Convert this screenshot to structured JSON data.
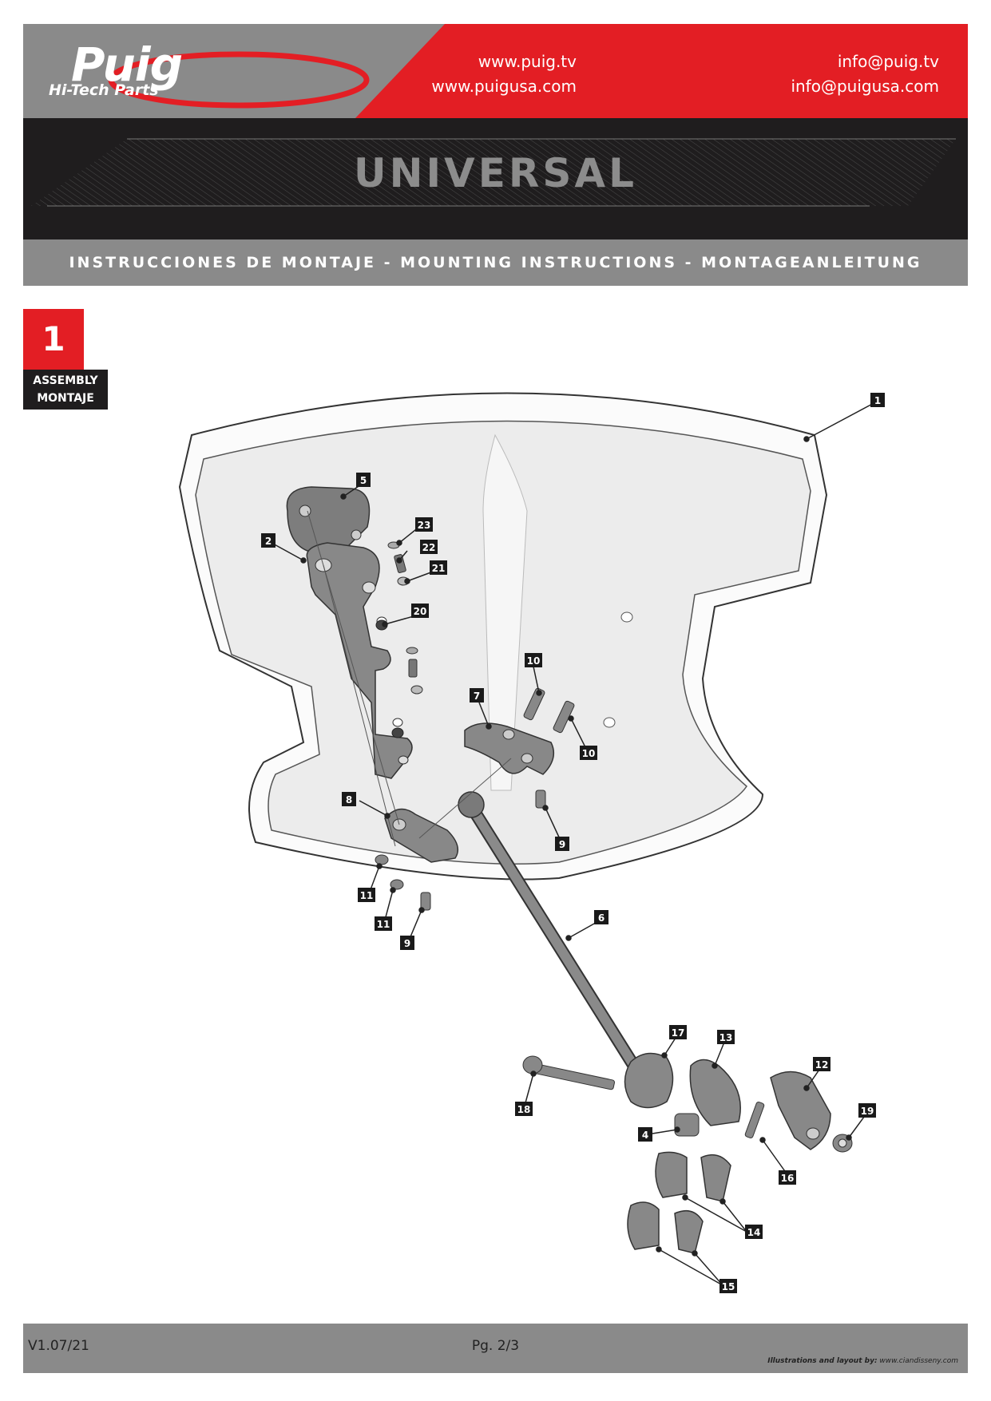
{
  "header": {
    "brand": "Puig",
    "brand_sub": "Hi-Tech Parts",
    "websites": [
      "www.puig.tv",
      "www.puigusa.com"
    ],
    "emails": [
      "info@puig.tv",
      "info@puigusa.com"
    ],
    "accent_color": "#e31e24"
  },
  "product": {
    "title": "UNIVERSAL"
  },
  "instructions_bar": "INSTRUCCIONES DE MONTAJE - MOUNTING INSTRUCTIONS - MONTAGEANLEITUNG",
  "step": {
    "number": "1",
    "label_en": "ASSEMBLY",
    "label_es": "MONTAJE"
  },
  "callouts": [
    "1",
    "2",
    "5",
    "23",
    "22",
    "21",
    "20",
    "10",
    "7",
    "10",
    "8",
    "9",
    "11",
    "11",
    "9",
    "6",
    "17",
    "13",
    "12",
    "18",
    "19",
    "4",
    "16",
    "14",
    "15"
  ],
  "footer": {
    "version": "V1.07/21",
    "page": "Pg. 2/3",
    "credit_label": "Illustrations and layout by:",
    "credit_site": "www.ciandisseny.com"
  }
}
